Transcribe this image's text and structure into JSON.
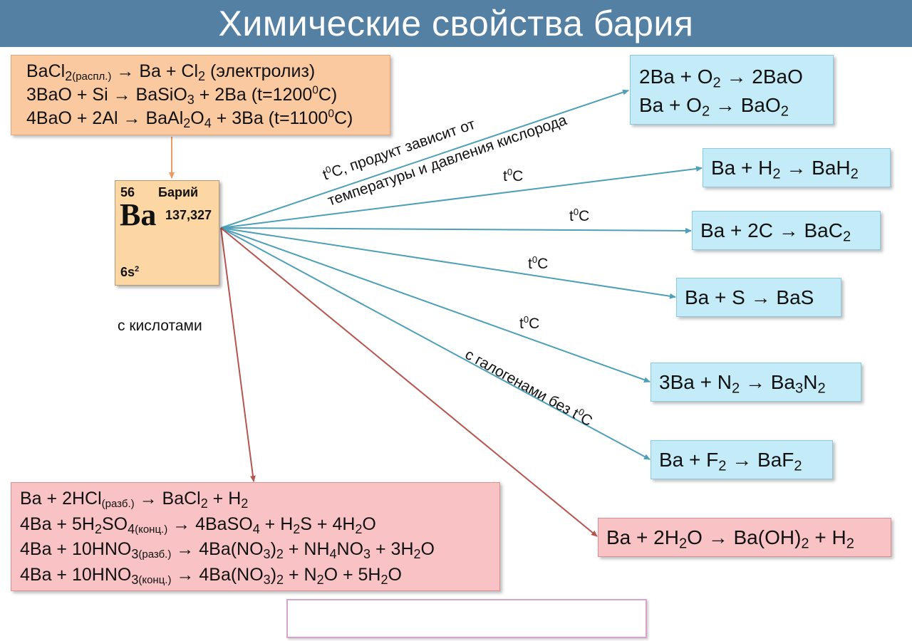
{
  "header": {
    "title": "Химические свойства бария"
  },
  "element": {
    "number": "56",
    "name": "Барий",
    "symbol": "Ba",
    "mass": "137,327",
    "config": "6s",
    "config_exp": "2"
  },
  "production": {
    "line1": {
      "a": "BaCl",
      "a_sub": "2",
      "a_note": "(распл.)",
      "b": " → Ba + Cl",
      "b_sub": "2",
      "c": " (электролиз)"
    },
    "line2": {
      "a": "3BaO + Si → BaSiO",
      "a_sub": "3",
      "b": " + 2Ba (t=1200",
      "b_sup": "0",
      "c": "C)"
    },
    "line3": {
      "a": "4BaO + 2Al → BaAl",
      "a_sub": "2",
      "b": "O",
      "b_sub": "4",
      "c": " + 3Ba (t=1100",
      "c_sup": "0",
      "d": "C)"
    }
  },
  "products": {
    "oxygen": {
      "l1": {
        "a": "2Ba + O",
        "a_sub": "2",
        "b": " → 2BaO"
      },
      "l2": {
        "a": "Ba + O",
        "a_sub": "2",
        "b": " → BaO",
        "b_sub": "2"
      }
    },
    "hydrogen": {
      "a": "Ba + H",
      "a_sub": "2",
      "b": " → BaH",
      "b_sub": "2"
    },
    "carbon": {
      "a": "Ba + 2C → BaC",
      "a_sub": "2"
    },
    "sulfur": {
      "a": "Ba + S → BaS"
    },
    "nitrogen": {
      "a": "3Ba + N",
      "a_sub": "2",
      "b": " → Ba",
      "b_sub": "3",
      "c": "N",
      "c_sub": "2"
    },
    "fluorine": {
      "a": "Ba + F",
      "a_sub": "2",
      "b": " → BaF",
      "b_sub": "2"
    },
    "water": {
      "a": "Ba + 2H",
      "a_sub": "2",
      "b": "O → Ba(OH)",
      "b_sub": "2",
      "c": " + H",
      "c_sub": "2"
    }
  },
  "acids": {
    "label": "с кислотами",
    "l1": {
      "a": "Ba + 2HCl",
      "a_note": "(разб.)",
      "b": " → BaCl",
      "b_sub": "2",
      "c": " + H",
      "c_sub": "2"
    },
    "l2": {
      "a": "4Ba + 5H",
      "a_sub": "2",
      "b": "SO",
      "b_sub": "4",
      "b_note": "(конц.)",
      "c": " → 4BaSO",
      "c_sub": "4",
      "d": " + H",
      "d_sub": "2",
      "e": "S + 4H",
      "e_sub": "2",
      "f": "O"
    },
    "l3": {
      "a": "4Ba + 10HNO",
      "a_sub": "3",
      "a_note": "(разб.)",
      "b": " → 4Ba(NO",
      "b_sub": "3",
      "c": ")",
      "c_sub": "2",
      "d": " + NH",
      "d_sub": "4",
      "e": "NO",
      "e_sub": "3",
      "f": " + 3H",
      "f_sub": "2",
      "g": "O"
    },
    "l4": {
      "a": "4Ba + 10HNO",
      "a_sub": "3",
      "a_note": "(конц.)",
      "b": " → 4Ba(NO",
      "b_sub": "3",
      "c": ")",
      "c_sub": "2",
      "d": " + N",
      "d_sub": "2",
      "e": "O + 5H",
      "e_sub": "2",
      "f": "O"
    }
  },
  "arrow_labels": {
    "oxygen_l1": "C, продукт зависит от",
    "oxygen_t": "t",
    "oxygen_sup": "0",
    "oxygen_l2": "температуры и давления кислорода",
    "t": "t",
    "t_sup": "0",
    "c": "C",
    "halogens": "с галогенами без t",
    "halogens_sup": "0",
    "halogens_c": "C"
  },
  "colors": {
    "header": "#5480a3",
    "arrow_blue": "#4e9fb8",
    "arrow_red": "#b5554f",
    "arrow_orange": "#ec9a5e"
  }
}
